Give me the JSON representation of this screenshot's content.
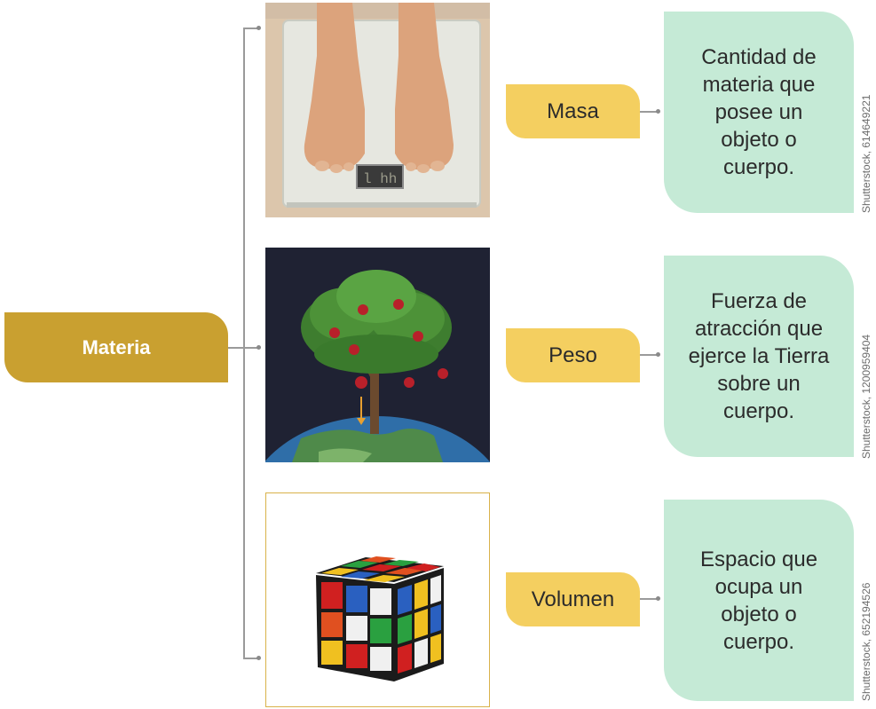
{
  "root": {
    "label": "Materia",
    "color": "#c9a030"
  },
  "concepts": [
    {
      "term": "Masa",
      "definition": "Cantidad de materia que posee un objeto o cuerpo.",
      "credit": "Shutterstock, 614649221",
      "image": "bathroom-scale-feet-photo"
    },
    {
      "term": "Peso",
      "definition": "Fuerza de atracción que ejerce la Tierra sobre un cuerpo.",
      "credit": "Shutterstock, 1200959404",
      "image": "apple-tree-earth-illustration"
    },
    {
      "term": "Volumen",
      "definition": "Espacio que ocupa un objeto o cuerpo.",
      "credit": "Shutterstock, 652194526",
      "image": "rubiks-cube-photo"
    }
  ],
  "colors": {
    "term_box": "#f4cf60",
    "definition_box": "#c5ead6",
    "connector": "#9a9a9a"
  }
}
